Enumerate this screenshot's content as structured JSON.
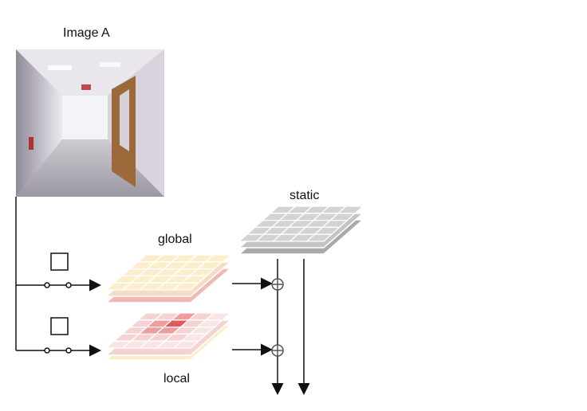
{
  "diagram": {
    "image_title": "Image A",
    "labels": {
      "static": "static",
      "global": "global",
      "local": "local"
    },
    "photo": {
      "description_icon": "hallway-photo-icon"
    },
    "colors": {
      "static_top": "#d3d3d3",
      "static_mid": "#c4c4c4",
      "static_bottom": "#a9a9a9",
      "global_top": "#fbeecb",
      "global_mid": "#f6dcc4",
      "global_bottom": "#f0b9b3",
      "local_base": "#f6d3d3",
      "local_hot": "#e05a5a",
      "local_warm": "#ee9c9c",
      "local_bottom": "#fbeecb",
      "line": "#111111",
      "grid_line": "#ffffff"
    }
  }
}
